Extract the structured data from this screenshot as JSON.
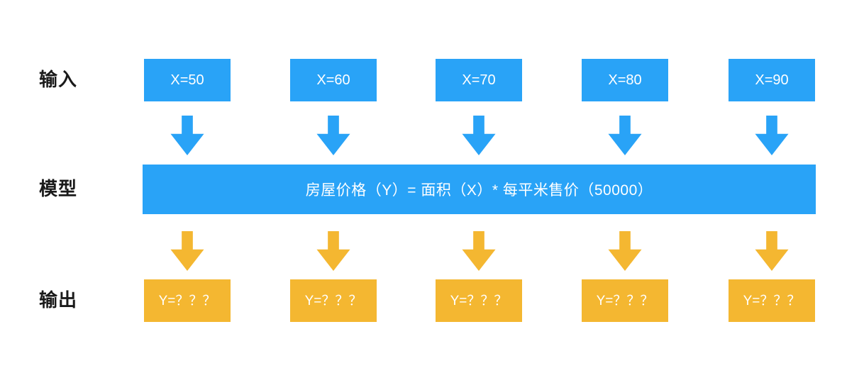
{
  "diagram": {
    "title_rows": {
      "input_label": "输入",
      "model_label": "模型",
      "output_label": "输出"
    },
    "colors": {
      "blue": "#29A3F7",
      "yellow": "#F4B731",
      "text_dark": "#1a1a1a",
      "text_light": "#ffffff",
      "background": "#ffffff"
    },
    "inputs": [
      {
        "label": "X=50",
        "value": 50
      },
      {
        "label": "X=60",
        "value": 60
      },
      {
        "label": "X=70",
        "value": 70
      },
      {
        "label": "X=80",
        "value": 80
      },
      {
        "label": "X=90",
        "value": 90
      }
    ],
    "model": {
      "formula": "房屋价格（Y）= 面积（X）* 每平米售价（50000）",
      "price_per_sqm": 50000
    },
    "outputs": [
      {
        "label": "Y=？？？"
      },
      {
        "label": "Y=？？？"
      },
      {
        "label": "Y=？？？"
      },
      {
        "label": "Y=？？？"
      },
      {
        "label": "Y=？？？"
      }
    ],
    "arrows": {
      "input_to_model_count": 5,
      "model_to_output_count": 5,
      "direction": "down"
    }
  }
}
